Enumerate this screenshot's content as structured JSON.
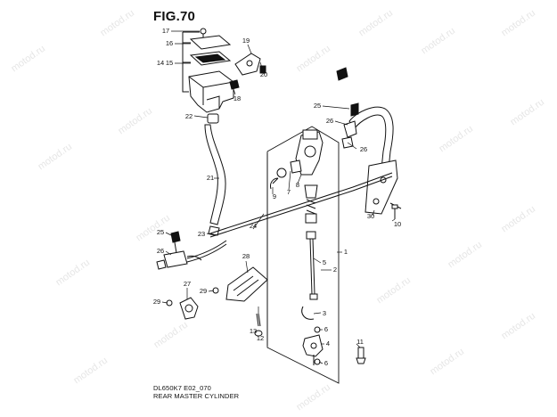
{
  "figure": {
    "title": "FIG.70"
  },
  "footer": {
    "model_code": "DL650K7 E02_070",
    "assembly_name": "REAR MASTER CYLINDER"
  },
  "watermark": {
    "text": "motod.ru"
  },
  "callouts": [
    "17",
    "16",
    "15",
    "14",
    "19",
    "20",
    "18",
    "22",
    "21",
    "24",
    "23",
    "25",
    "26",
    "26",
    "26",
    "25",
    "28",
    "27",
    "29",
    "29",
    "13",
    "12",
    "11",
    "10",
    "9",
    "7",
    "8",
    "5",
    "2",
    "1",
    "3",
    "6",
    "4",
    "6",
    "30"
  ]
}
